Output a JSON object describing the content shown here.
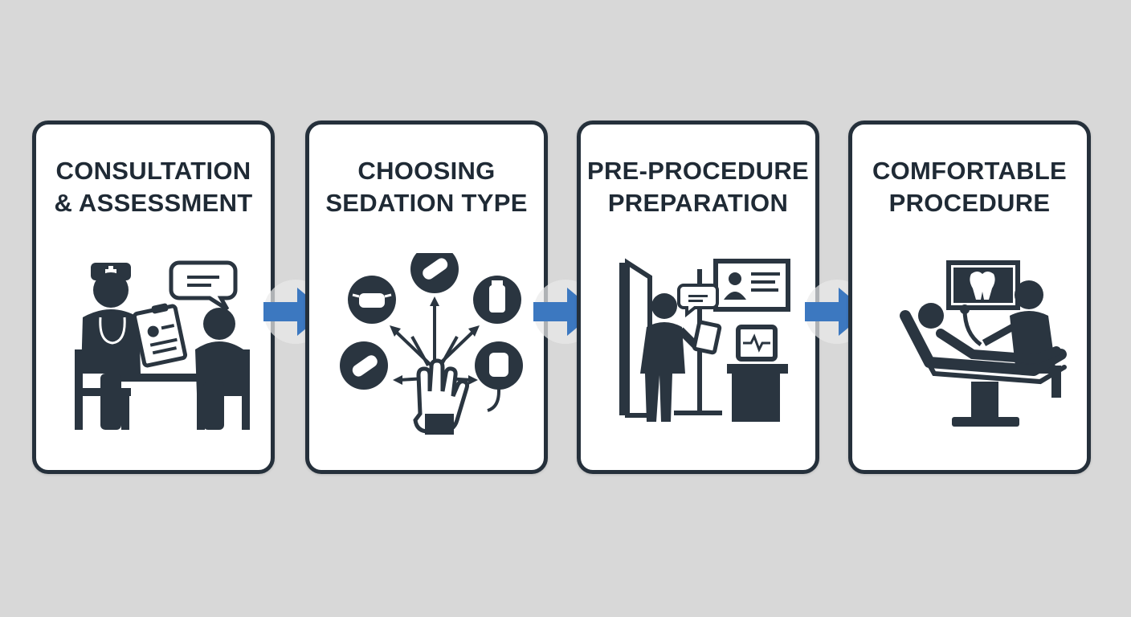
{
  "steps": [
    {
      "title_line1": "CONSULTATION",
      "title_line2": "& ASSESSMENT",
      "icon": "doctor-patient-consultation-icon"
    },
    {
      "title_line1": "CHOOSING",
      "title_line2": "SEDATION TYPE",
      "icon": "sedation-options-icon"
    },
    {
      "title_line1": "PRE-PROCEDURE",
      "title_line2": "PREPARATION",
      "icon": "patient-preparation-icon"
    },
    {
      "title_line1": "COMFORTABLE",
      "title_line2": "PROCEDURE",
      "icon": "dental-procedure-icon"
    }
  ],
  "colors": {
    "background": "#d8d8d8",
    "card": "#ffffff",
    "outline": "#25303b",
    "icon": "#2a3540",
    "arrow": "#3c78c0"
  }
}
